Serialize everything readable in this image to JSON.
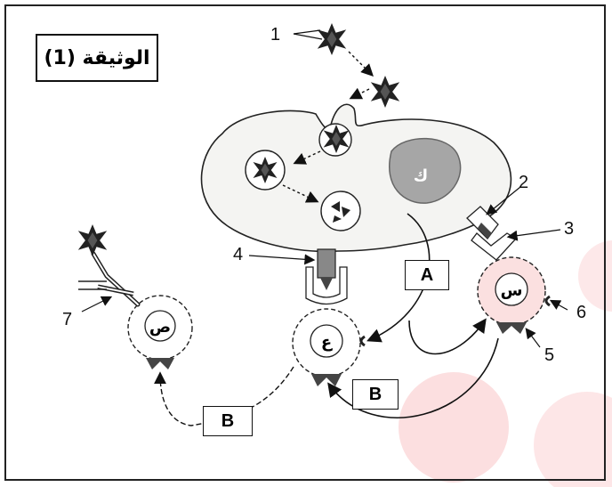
{
  "document_title": "الوثيقة (1)",
  "number_labels": [
    "1",
    "2",
    "3",
    "4",
    "5",
    "6",
    "7"
  ],
  "cell_letters": {
    "antigen_presenting_cell": "ك",
    "cell_sin": "س",
    "cell_ain": "ع",
    "cell_sad": "ص"
  },
  "box_labels": {
    "A": "A",
    "B1": "B",
    "B2": "B"
  },
  "colors": {
    "background": "#ffffff",
    "stroke": "#222222",
    "nucleus": "#a6a6a6",
    "cell_sin_fill": "#fbe0e0",
    "watermark": "#e8353b"
  }
}
